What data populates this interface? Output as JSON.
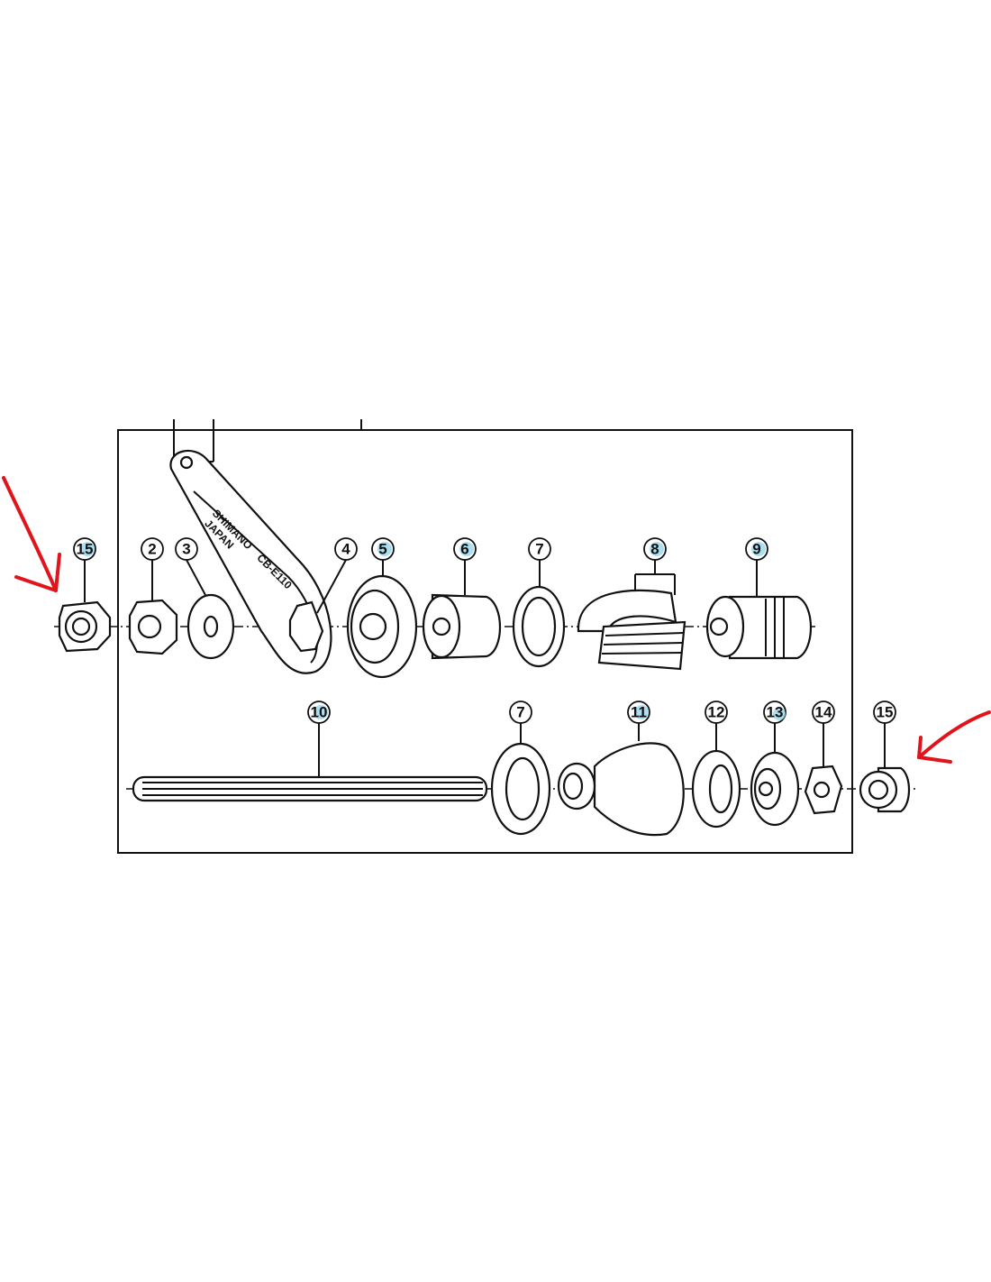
{
  "diagram": {
    "brake_arm_text": {
      "brand": "SHIMANO",
      "country": "JAPAN",
      "model": "CB-E110"
    },
    "highlight_color": "#8fd3ec",
    "annotation_color": "#e0141a",
    "labels_top": [
      {
        "id": "15",
        "highlighted": true
      },
      {
        "id": "2",
        "highlighted": false
      },
      {
        "id": "3",
        "highlighted": false
      },
      {
        "id": "4",
        "highlighted": false
      },
      {
        "id": "5",
        "highlighted": true
      },
      {
        "id": "6",
        "highlighted": true
      },
      {
        "id": "7",
        "highlighted": false
      },
      {
        "id": "8",
        "highlighted": true
      },
      {
        "id": "9",
        "highlighted": true
      }
    ],
    "labels_bottom": [
      {
        "id": "10",
        "highlighted": true
      },
      {
        "id": "7",
        "highlighted": false
      },
      {
        "id": "11",
        "highlighted": true
      },
      {
        "id": "12",
        "highlighted": false
      },
      {
        "id": "13",
        "highlighted": true
      },
      {
        "id": "14",
        "highlighted": false
      },
      {
        "id": "15",
        "highlighted": false
      }
    ]
  }
}
